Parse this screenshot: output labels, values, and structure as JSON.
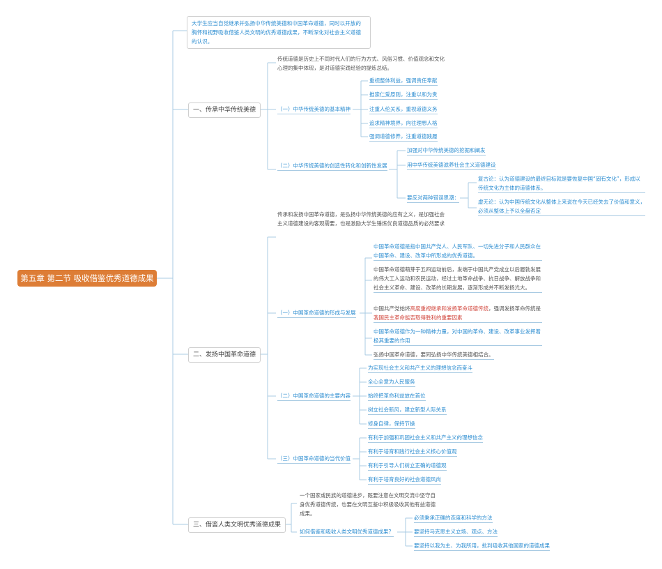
{
  "root": "第五章 第二节 吸收借鉴优秀道德成果",
  "intro": "大学生应当自觉继承并弘扬中华传统美德和中国革命道德，同时以开放的胸怀和视野吸收借鉴人类文明的优秀道德成果，不断深化对社会主义道德的认识。",
  "s1": {
    "label": "一、传承中华传统美德",
    "note": "传统道德是历史上不同时代人们的行为方式、风俗习惯、价值观念和文化心理的集中体现，是对道德实践经验的提炼总结。",
    "a": {
      "label": "（一）中华传统美德的基本精神",
      "items": [
        "重视整体利益，强调责任奉献",
        "推崇仁爱原则，注重以和为贵",
        "注重人伦关系，重视道德义务",
        "追求精神境界，向往理想人格",
        "强调道德修养，注重道德践履"
      ]
    },
    "b": {
      "label": "（二）中华传统美德的创造性转化和创新性发展",
      "items": [
        "加强对中华传统美德的挖掘和阐发",
        "用中华传统美德滋养社会主义道德建设"
      ],
      "oppose": {
        "label": "要反对两种错误思潮：",
        "items": [
          "复古论：认为道德建设的最终目标就是要恢复中国“固有文化”，形成以传统文化为主体的道德体系。",
          "虚无论：认为中国传统文化从整体上来说在今天已经失去了价值和意义，必须从整体上予以全盘否定"
        ]
      }
    }
  },
  "s2": {
    "label": "二、发扬中国革命道德",
    "note": "传承和发扬中国革命道德，是弘扬中华传统美德的应有之义，是加强社会主义道德建设的客观需要，也是激励大学生锤炼优良道德品质的必然要求",
    "a": {
      "label": "（一）中国革命道德的形成与发展",
      "items": [
        "中国革命道德是指中国共产党人、人民军队、一切先进分子和人民群众在中国革命、建设、改革中所形成的优秀道德。",
        "中国革命道德萌芽于五四运动前后，发端于中国共产党成立以后履勃发展的伟大工人运动和农民运动，经过土地革命战争、抗日战争、解放战争和社会主义革命、建设、改革的长期发展，逐渐形成并不断发扬光大。",
        "中国共产党始终高度重视继承和发扬革命道德传统，强调发扬革命传统是我国民主革命能否取得胜利的重要因素",
        "中国革命道德作为一种精神力量，对中国的革命、建设、改革事业发挥着极其重要的作用",
        "弘扬中国革命道德，要同弘扬中华传统美德相结合。"
      ],
      "item3": {
        "t1": "中国共产党始终",
        "t2": "高度重视继承和发扬革命道德传统",
        "t3": "，强调发扬革命传统是",
        "t4": "我国民主革命能否取得胜利的重要因素"
      }
    },
    "b": {
      "label": "（二）中国革命道德的主要内容",
      "items": [
        "为实现社会主义和共产主义的理想信念而奋斗",
        "全心全意为人民服务",
        "始终把革命利益放在首位",
        "树立社会新风，建立新型人际关系",
        "修身自律，保持节操"
      ]
    },
    "c": {
      "label": "（三）中国革命道德的当代价值",
      "items": [
        "有利于加强和巩固社会主义和共产主义的理想信念",
        "有利于培育和践行社会主义核心价值观",
        "有利于引导人们树立正确的道德观",
        "有利于培育良好的社会道德风尚"
      ]
    }
  },
  "s3": {
    "label": "三、借鉴人类文明优秀道德成果",
    "note": "一个国家或民族的道德进步，既要注意在文明交流中坚守自身优秀道德传统，也要在文明互鉴中积极吸收其他有益道德成果。",
    "a": {
      "label": "如何借鉴和吸收人类文明优秀道德成果？",
      "items": [
        "必须秉承正确的态度和科学的方法",
        "要坚持马克思主义立场、观点、方法",
        "要坚持以我为主、为我所用，批判吸收其他国家的道德成果"
      ]
    }
  },
  "colors": {
    "root": "#dd7d36",
    "line": "#a9cbe3",
    "text": "#2e8ed1",
    "red": "#d1453b"
  }
}
